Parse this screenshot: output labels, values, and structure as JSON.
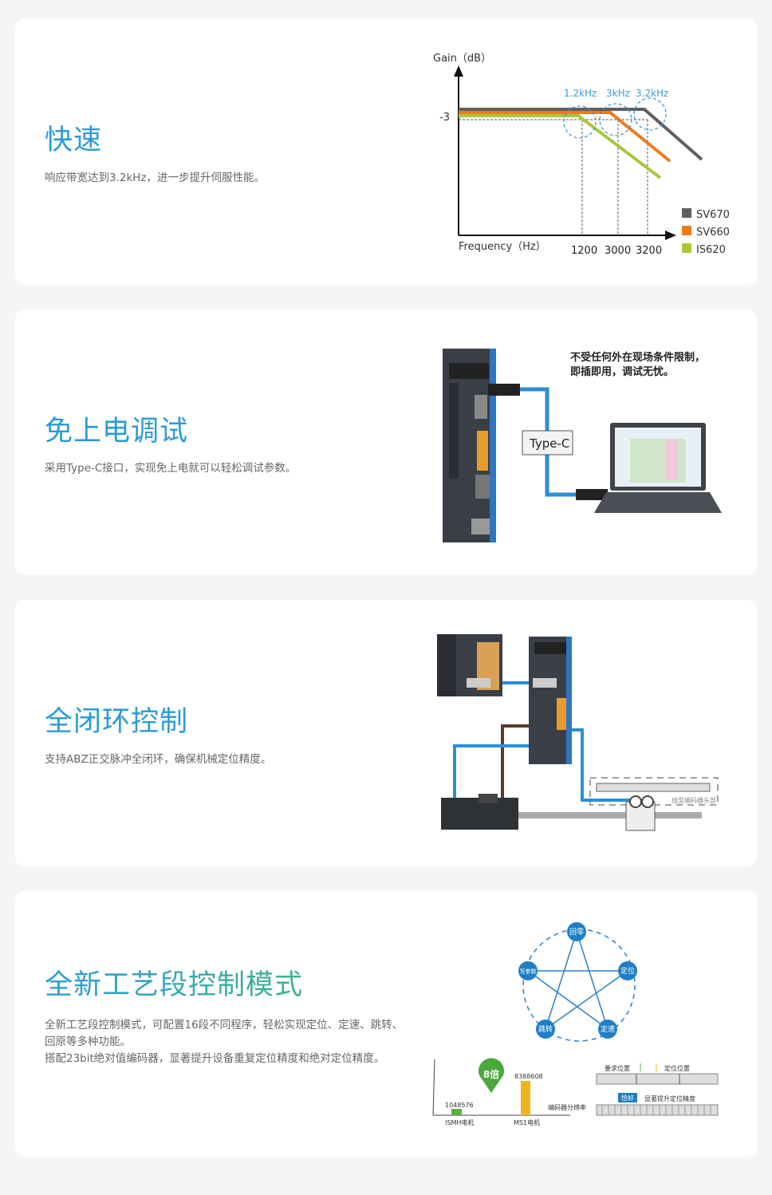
{
  "sections": [
    {
      "title": "快速",
      "description": "响应带宽达到3.2kHz，进一步提升伺服性能。",
      "figure": {
        "y_label": "Gain（dB）",
        "y_tick": "-3",
        "x_label": "Frequency（Hz）",
        "x_ticks": [
          "1200",
          "3000",
          "3200"
        ],
        "callouts": [
          "1.2kHz",
          "3kHz",
          "3.2kHz"
        ],
        "legend": [
          {
            "label": "SV670",
            "color": "#5f5f5f"
          },
          {
            "label": "SV660",
            "color": "#ee7a1c"
          },
          {
            "label": "IS620",
            "color": "#a7c83b"
          }
        ]
      }
    },
    {
      "title": "免上电调试",
      "description": "采用Type-C接口，实现免上电就可以轻松调试参数。",
      "figure": {
        "note_line1": "不受任何外在现场条件限制，",
        "note_line2": "即插即用，调试无忧。",
        "cable_label": "Type-C"
      }
    },
    {
      "title": "全闭环控制",
      "description": "支持ABZ正交脉冲全闭环，确保机械定位精度。",
      "figure": {
        "encoder_label": "线型编码器头部"
      }
    },
    {
      "title": "全新工艺段控制模式",
      "description_line1": "全新工艺段控制模式，可配置16段不同程序，轻松实现定位、定速、跳转、回原等多种功能。",
      "description_line2": "搭配23bit绝对值编码器，显著提升设备重复定位精度和绝对定位精度。",
      "figure": {
        "modes": [
          "回零",
          "定位",
          "定速",
          "跳转",
          "写参数"
        ],
        "bar_chart": {
          "bars": [
            {
              "label": "ISMH电机",
              "value": "1048576",
              "color": "#5bb144"
            },
            {
              "label": "MS1电机",
              "value": "8388608",
              "color": "#f0b51c"
            }
          ],
          "badge": "8倍",
          "axis_label": "编码器分辨率"
        },
        "precision": {
          "required_pos": "要求位置",
          "actual_pos": "定位位置",
          "exact": "恰好",
          "improve": "显著提升定位精度"
        }
      }
    }
  ]
}
